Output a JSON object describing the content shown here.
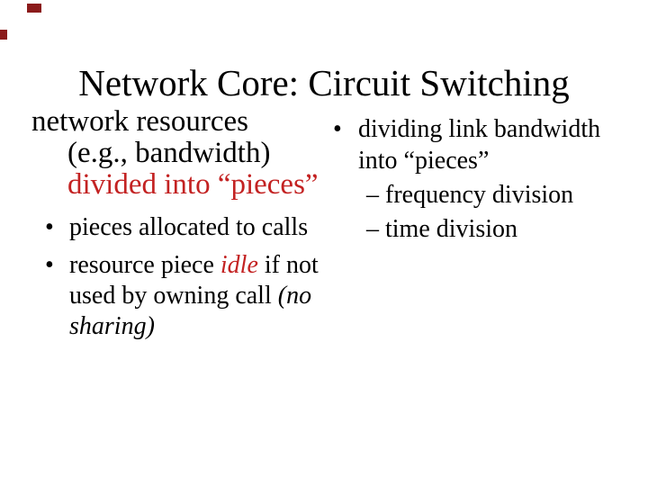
{
  "slide": {
    "title": "Network Core: Circuit Switching",
    "left_column": {
      "intro": {
        "line1": "network resources",
        "line2": "(e.g., bandwidth)",
        "line3": "divided into “pieces”"
      },
      "bullet1": {
        "marker": "•",
        "text": "pieces allocated to calls"
      },
      "bullet2": {
        "marker": "•",
        "line1_normal": "resource piece ",
        "line1_red_italic": "idle",
        "line1_end": " if not",
        "line2_normal": "used by owning call ",
        "line2_italic": "(no",
        "line3_italic": "sharing)"
      }
    },
    "right_column": {
      "bullet": {
        "marker": "•",
        "line1": "dividing link bandwidth",
        "line2": "into “pieces”"
      },
      "sub_items": [
        {
          "marker": "–",
          "text": "frequency division"
        },
        {
          "marker": "–",
          "text": "time division"
        }
      ]
    },
    "colors": {
      "accent_red": "#c32222",
      "decoration_maroon": "#8b1b1b",
      "text": "#000000",
      "background": "#ffffff"
    }
  }
}
